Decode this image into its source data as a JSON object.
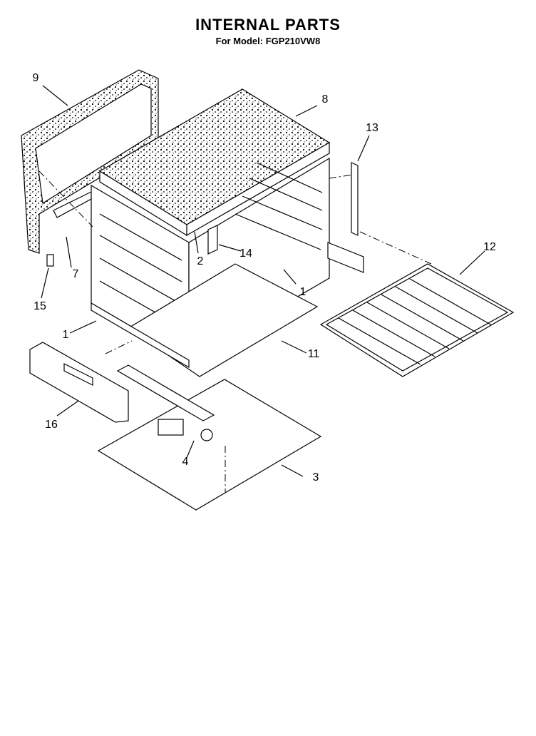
{
  "header": {
    "title": "INTERNAL PARTS",
    "subtitle": "For Model: FGP210VW8"
  },
  "callouts": [
    {
      "id": "c9",
      "label": "9"
    },
    {
      "id": "c8",
      "label": "8"
    },
    {
      "id": "c13",
      "label": "13"
    },
    {
      "id": "c7",
      "label": "7"
    },
    {
      "id": "c15",
      "label": "15"
    },
    {
      "id": "c2",
      "label": "2"
    },
    {
      "id": "c14",
      "label": "14"
    },
    {
      "id": "c1a",
      "label": "1"
    },
    {
      "id": "c12",
      "label": "12"
    },
    {
      "id": "c1b",
      "label": "1"
    },
    {
      "id": "c11",
      "label": "11"
    },
    {
      "id": "c16",
      "label": "16"
    },
    {
      "id": "c4",
      "label": "4"
    },
    {
      "id": "c3",
      "label": "3"
    }
  ],
  "colors": {
    "line": "#000000",
    "paper": "#ffffff",
    "insulation": "#bfbfbf"
  }
}
